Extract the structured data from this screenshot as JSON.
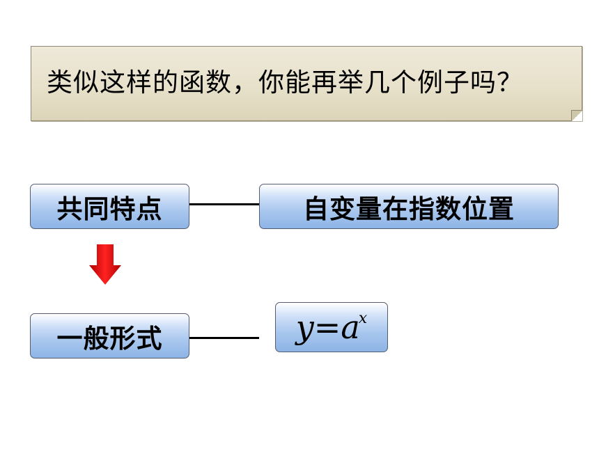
{
  "question": {
    "text": "类似这样的函数，你能再举几个例子吗？"
  },
  "common_features": {
    "label": "共同特点",
    "description": "自变量在指数位置"
  },
  "general_form": {
    "label": "一般形式",
    "formula_base": "y=a",
    "formula_exponent": "x"
  },
  "colors": {
    "banner_bg": "#e7e1cb",
    "box_fill": "#a9c7ee",
    "arrow_fill": "#ee1111",
    "connector": "#000000"
  },
  "icons": {
    "arrow": "down-arrow-icon"
  }
}
